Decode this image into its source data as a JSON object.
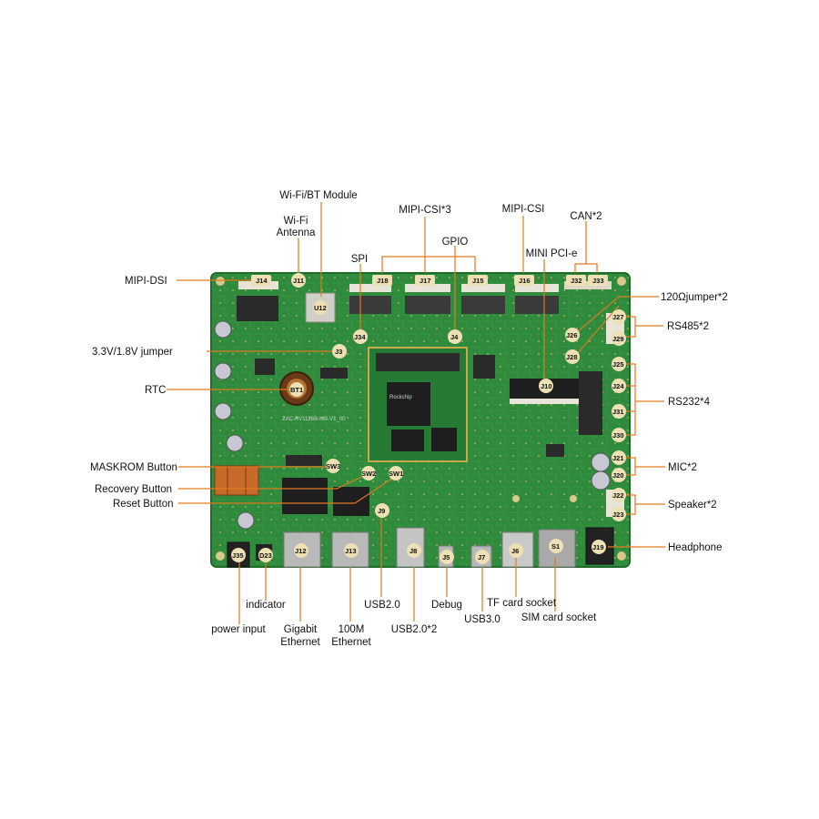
{
  "labels": {
    "wifi_bt_module": "Wi-Fi/BT Module",
    "wifi_antenna_1": "Wi-Fi",
    "wifi_antenna_2": "Antenna",
    "mipi_csi3": "MIPI-CSI*3",
    "mipi_csi": "MIPI-CSI",
    "can2": "CAN*2",
    "gpio": "GPIO",
    "spi": "SPI",
    "mini_pcie": "MINI PCI-e",
    "mipi_dsi": "MIPI-DSI",
    "jumper120": "120Ωjumper*2",
    "rs485": "RS485*2",
    "jumper33": "3.3V/1.8V jumper",
    "rtc": "RTC",
    "rs232": "RS232*4",
    "maskrom": "MASKROM Button",
    "mic": "MIC*2",
    "recovery": "Recovery Button",
    "reset": "Reset Button",
    "speaker": "Speaker*2",
    "headphone": "Headphone",
    "indicator": "indicator",
    "power_input": "power input",
    "gigabit_1": "Gigabit",
    "gigabit_2": "Ethernet",
    "m100_1": "100M",
    "m100_2": "Ethernet",
    "usb20": "USB2.0",
    "usb20x2": "USB2.0*2",
    "debug": "Debug",
    "tf": "TF card socket",
    "usb30": "USB3.0",
    "sim": "SIM card socket"
  },
  "tags": {
    "J14": "J14",
    "J11": "J11",
    "U12": "U12",
    "J18": "J18",
    "J17": "J17",
    "J15": "J15",
    "J16": "J16",
    "J32": "J32",
    "J33": "J33",
    "J34": "J34",
    "J4": "J4",
    "J3": "J3",
    "BT1": "BT1",
    "J10": "J10",
    "J26": "J26",
    "J28": "J28",
    "J27": "J27",
    "J29": "J29",
    "J25": "J25",
    "J24": "J24",
    "J31": "J31",
    "J30": "J30",
    "J21": "J21",
    "J20": "J20",
    "J22": "J22",
    "J23": "J23",
    "SW3": "SW3",
    "SW2": "SW2",
    "SW1": "SW1",
    "J9": "J9",
    "J35": "J35",
    "D23": "D23",
    "J12": "J12",
    "J13": "J13",
    "J8": "J8",
    "J5": "J5",
    "J7": "J7",
    "J6": "J6",
    "S1": "S1",
    "J19": "J19"
  },
  "board_text": {
    "chip_brand": "Rockchip",
    "model": "ZAC-RV1126B-MB-V1_00"
  },
  "colors": {
    "pcb": "#2f8a3c",
    "pcb_dark": "#1f6b2a",
    "leader": "#e07a1f",
    "tag_bg": "#ece0b4"
  }
}
